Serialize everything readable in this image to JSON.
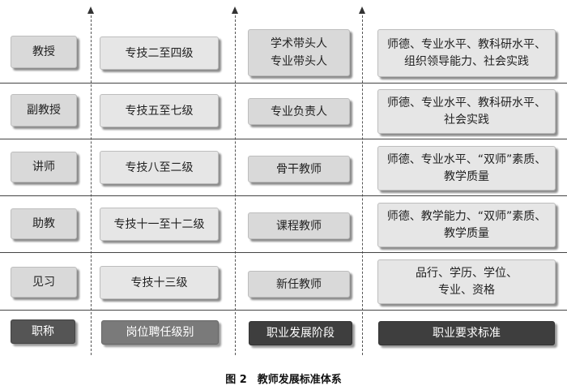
{
  "rows": [
    {
      "title": "教授",
      "grade": "专技二至四级",
      "stage": "学术带头人\n专业带头人",
      "requirement": "师德、专业水平、教科研水平、\n组织领导能力、社会实践"
    },
    {
      "title": "副教授",
      "grade": "专技五至七级",
      "stage": "专业负责人",
      "requirement": "师德、专业水平、教科研水平、\n社会实践"
    },
    {
      "title": "讲师",
      "grade": "专技八至二级",
      "stage": "骨干教师",
      "requirement": "师德、专业水平、“双师”素质、\n教学质量"
    },
    {
      "title": "助教",
      "grade": "专技十一至十二级",
      "stage": "课程教师",
      "requirement": "师德、教学能力、“双师”素质、\n教学质量"
    },
    {
      "title": "见习",
      "grade": "专技十三级",
      "stage": "新任教师",
      "requirement": "品行、学历、学位、\n专业、资格"
    }
  ],
  "headers": {
    "title": "职称",
    "grade": "岗位聘任级别",
    "stage": "职业发展阶段",
    "requirement": "职业要求标准"
  },
  "caption": "图 2　教师发展标准体系",
  "colors": {
    "box_light": "#d9d9d9",
    "header_dark": "#555555",
    "header_mid": "#7a7a7a",
    "header_darker": "#3e3e3e"
  }
}
